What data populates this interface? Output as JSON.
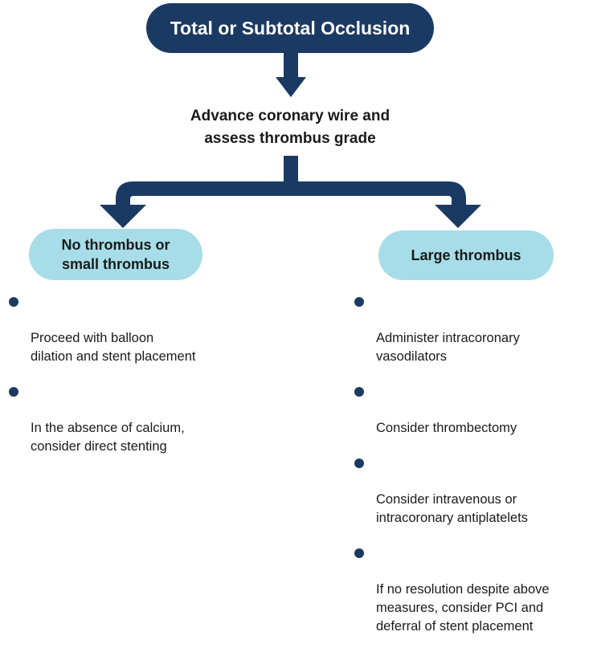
{
  "colors": {
    "navy": "#1b3a63",
    "light_blue": "#a6dde8",
    "text": "#1a1a1a"
  },
  "top_box": {
    "label": "Total or Subtotal Occlusion"
  },
  "step": {
    "line1": "Advance coronary wire and",
    "line2": "assess thrombus grade"
  },
  "left_branch": {
    "line1": "No thrombus or",
    "line2": "small thrombus",
    "bullets": [
      "Proceed with balloon\ndilation and stent placement",
      "In the absence of calcium,\nconsider direct stenting"
    ]
  },
  "right_branch": {
    "label": "Large thrombus",
    "bullets": [
      "Administer intracoronary\nvasodilators",
      "Consider thrombectomy",
      "Consider intravenous or\nintracoronary antiplatelets",
      "If no resolution despite  above\nmeasures, consider PCI and\ndeferral of stent placement"
    ]
  }
}
